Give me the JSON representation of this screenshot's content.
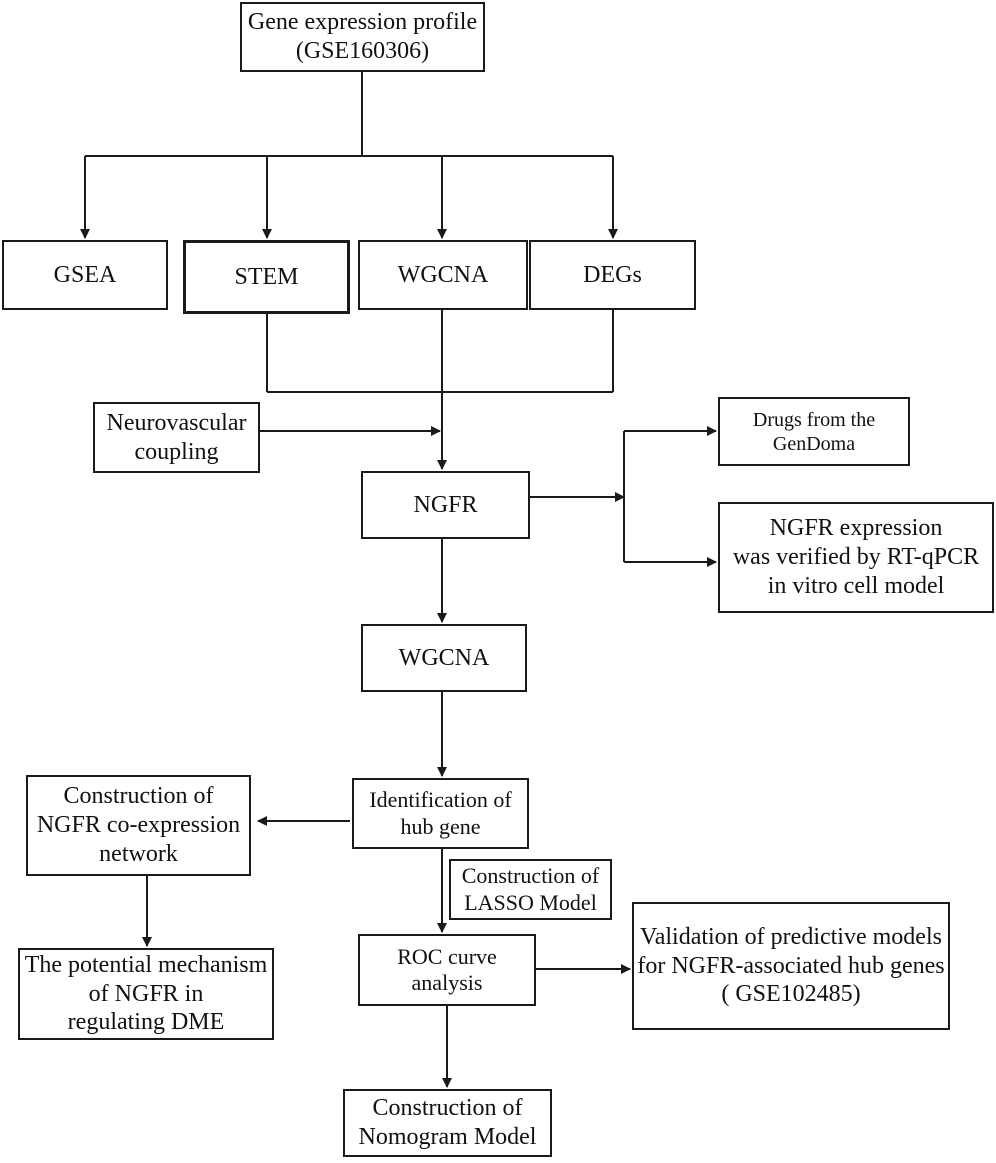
{
  "diagram": {
    "line_color": "#1a1a1a",
    "nodes": {
      "gene_profile": [
        "Gene expression profile",
        "(GSE160306)"
      ],
      "gsea": [
        "GSEA"
      ],
      "stem": [
        "STEM"
      ],
      "wgcna_top": [
        "WGCNA"
      ],
      "degs": [
        "DEGs"
      ],
      "neurovascular": [
        "Neurovascular",
        "coupling"
      ],
      "ngfr": [
        "NGFR"
      ],
      "drugs": [
        "Drugs from  the",
        "GenDoma"
      ],
      "ngfr_expression": [
        "NGFR expression",
        "was verified by RT-qPCR",
        "in vitro cell model"
      ],
      "wgcna_mid": [
        "WGCNA"
      ],
      "identification": [
        "Identification of",
        "hub gene"
      ],
      "coexpression": [
        "Construction of",
        "NGFR co-expression",
        "network"
      ],
      "lasso": [
        "Construction of",
        "LASSO Model"
      ],
      "mechanism": [
        "The potential mechanism",
        "of NGFR in",
        "regulating DME"
      ],
      "roc": [
        "ROC curve",
        "analysis"
      ],
      "validation": [
        "Validation of predictive models",
        "for NGFR-associated hub genes",
        "( GSE102485)"
      ],
      "nomogram": [
        "Construction of",
        "Nomogram Model"
      ]
    }
  }
}
